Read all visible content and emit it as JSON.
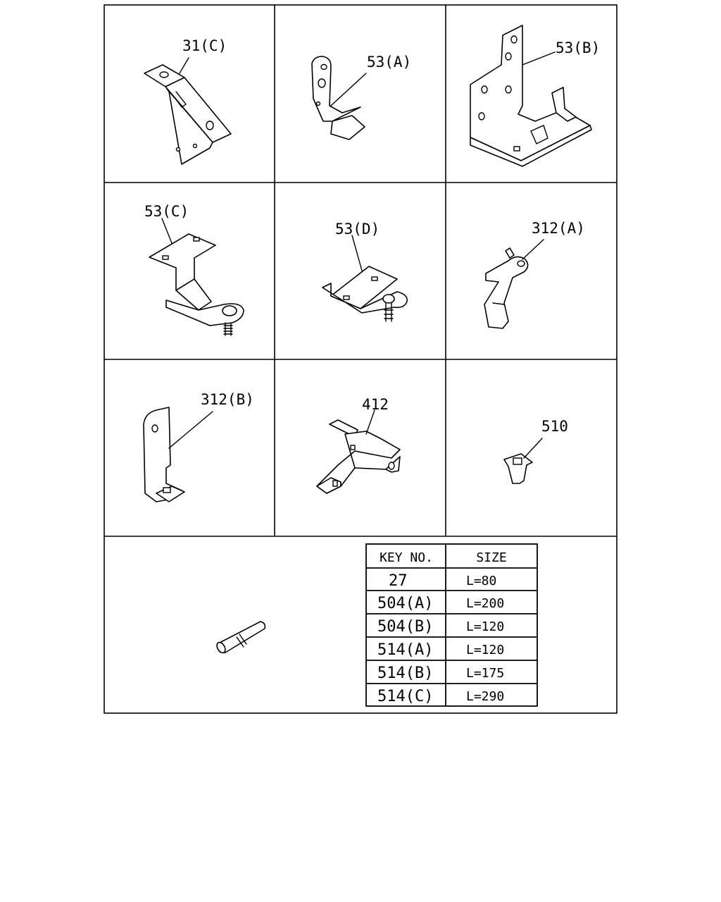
{
  "callouts": {
    "p31c": "31(C)",
    "p53a": "53(A)",
    "p53b": "53(B)",
    "p53c": "53(C)",
    "p53d": "53(D)",
    "p312a": "312(A)",
    "p312b": "312(B)",
    "p412": "412",
    "p510": "510"
  },
  "size_table": {
    "headers": [
      "KEY NO.",
      "SIZE"
    ],
    "rows": [
      {
        "key": "27",
        "size": "L=80"
      },
      {
        "key": "504(A)",
        "size": "L=200"
      },
      {
        "key": "504(B)",
        "size": "L=120"
      },
      {
        "key": "514(A)",
        "size": "L=120"
      },
      {
        "key": "514(B)",
        "size": "L=175"
      },
      {
        "key": "514(C)",
        "size": "L=290"
      }
    ]
  }
}
